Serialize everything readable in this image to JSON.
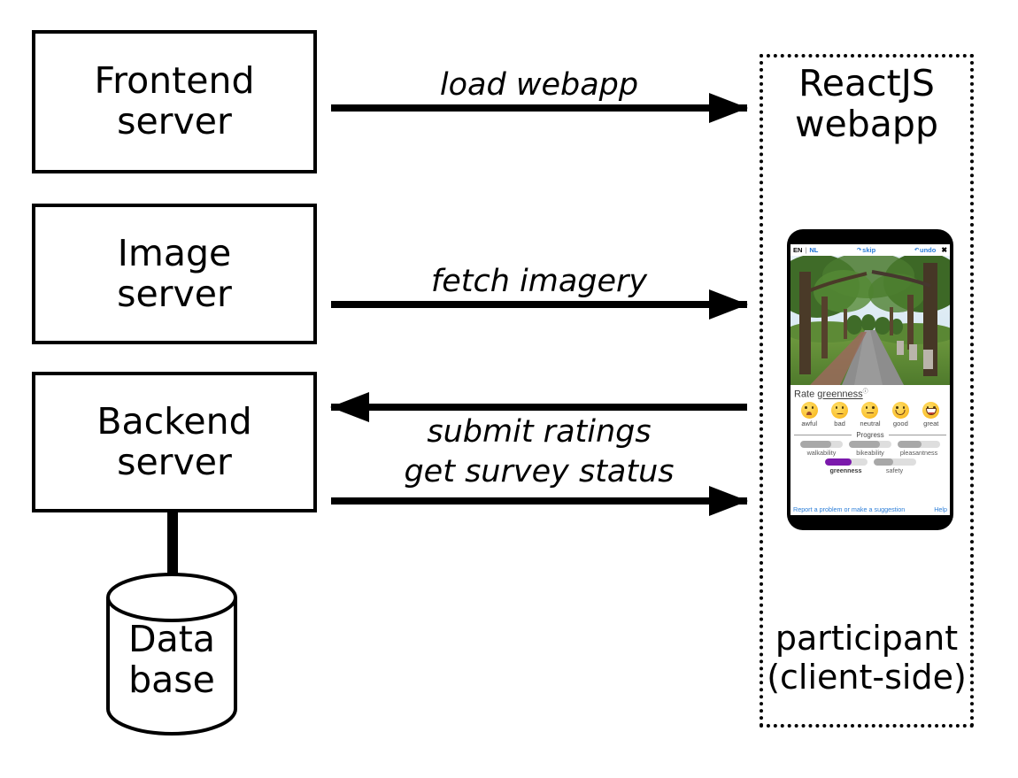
{
  "diagram": {
    "nodes": {
      "frontend_server": {
        "line1": "Frontend",
        "line2": "server"
      },
      "image_server": {
        "line1": "Image",
        "line2": "server"
      },
      "backend_server": {
        "line1": "Backend",
        "line2": "server"
      },
      "database": {
        "line1": "Data",
        "line2": "base"
      },
      "client_title": {
        "line1": "ReactJS",
        "line2": "webapp"
      },
      "client_caption": {
        "line1": "participant",
        "line2": "(client-side)"
      }
    },
    "edges": {
      "load_webapp": {
        "label": "load webapp",
        "direction": "right"
      },
      "fetch_imagery": {
        "label": "fetch imagery",
        "direction": "right"
      },
      "submit_ratings": {
        "label": "submit ratings",
        "direction": "left"
      },
      "get_survey_status": {
        "label": "get survey status",
        "direction": "right"
      }
    }
  },
  "phone": {
    "app_bar": {
      "lang_active": "EN",
      "lang_separator": "|",
      "lang_other": "NL",
      "skip_label": "skip",
      "skip_icon": "redo-arrow-icon",
      "undo_label": "undo",
      "undo_icon": "undo-arrow-icon",
      "close_icon": "close-icon"
    },
    "photo_alt": "tree-lined park path streetview",
    "rate": {
      "prefix": "Rate ",
      "attribute": "greenness",
      "info_superscript": "ⓘ",
      "options": [
        {
          "label": "awful",
          "face": "frowning-face-icon"
        },
        {
          "label": "bad",
          "face": "slightly-frowning-face-icon"
        },
        {
          "label": "neutral",
          "face": "neutral-face-icon"
        },
        {
          "label": "good",
          "face": "slightly-smiling-face-icon"
        },
        {
          "label": "great",
          "face": "grinning-face-icon"
        }
      ]
    },
    "progress": {
      "heading": "Progress",
      "bars": [
        {
          "label": "walkability",
          "percent": 72,
          "active": false
        },
        {
          "label": "bikeability",
          "percent": 72,
          "active": false
        },
        {
          "label": "pleasantness",
          "percent": 56,
          "active": false
        },
        {
          "label": "greenness",
          "percent": 64,
          "active": true
        },
        {
          "label": "safety",
          "percent": 46,
          "active": false
        }
      ],
      "active_color": "#7b19ac",
      "inactive_color": "#a8a8a8",
      "track_color": "#dedede"
    },
    "footer": {
      "report_link": "Report a problem or make a suggestion",
      "help_link": "Help"
    }
  }
}
